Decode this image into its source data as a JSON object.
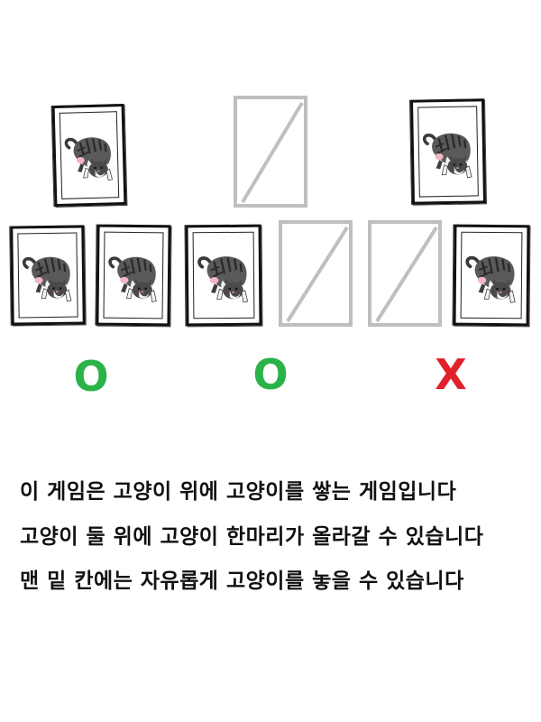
{
  "board": {
    "top_row": [
      {
        "state": "cat"
      },
      {
        "state": "empty"
      },
      {
        "state": "cat"
      }
    ],
    "bottom_row": [
      {
        "state": "cat"
      },
      {
        "state": "cat"
      },
      {
        "state": "cat"
      },
      {
        "state": "empty"
      },
      {
        "state": "empty"
      },
      {
        "state": "cat"
      }
    ]
  },
  "verdicts": [
    {
      "symbol": "O",
      "color": "#2bb34a"
    },
    {
      "symbol": "O",
      "color": "#2bb34a"
    },
    {
      "symbol": "X",
      "color": "#e0202a"
    }
  ],
  "rules": [
    "이 게임은 고양이 위에 고양이를 쌓는 게임입니다",
    "고양이 둘 위에 고양이 한마리가 올라갈 수 있습니다",
    "맨 밑 칸에는 자유롭게 고양이를 놓을 수 있습니다"
  ],
  "colors": {
    "card_border": "#111111",
    "empty_slot": "#bfbfbf"
  }
}
